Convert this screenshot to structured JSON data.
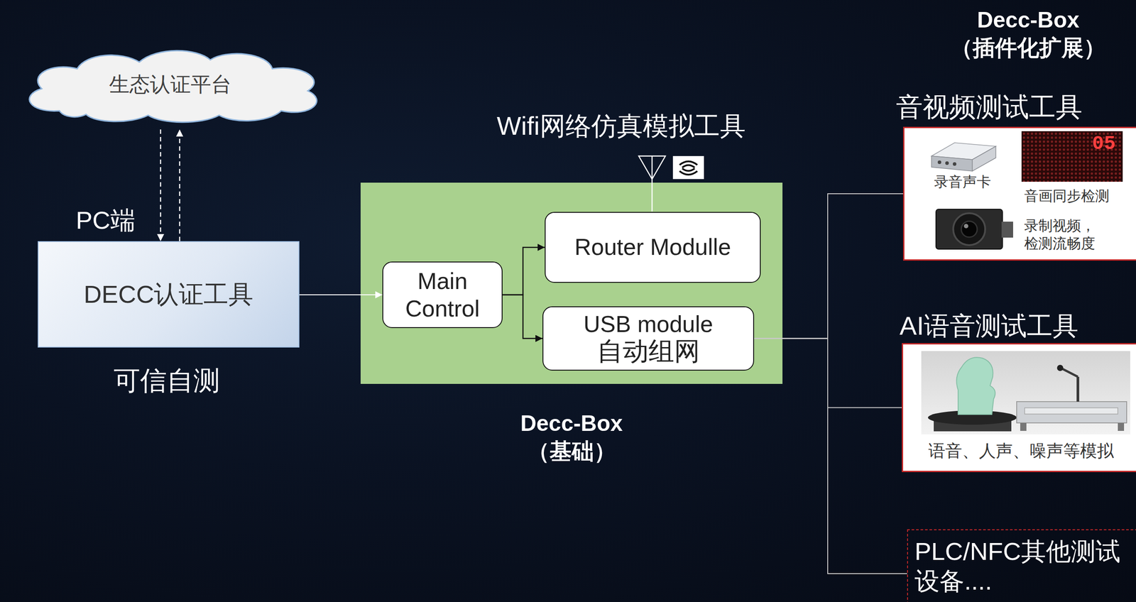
{
  "diagram": {
    "nodes": [
      {
        "text": [
          "生态认证平台"
        ]
      },
      {
        "text": [
          "DECC认证工具"
        ]
      },
      {
        "text": [
          "Decc-Box （基础）"
        ]
      },
      {
        "text": [
          "Main Control"
        ],
        "in": 2
      },
      {
        "text": [
          "Router Modulle"
        ],
        "in": 2
      },
      {
        "text": [
          "USB module",
          "自动组网"
        ],
        "in": 2
      },
      {
        "text": [
          "音视频测试工具",
          "录音声卡",
          "音画同步检测",
          "录制视频， 检测流畅度"
        ]
      },
      {
        "text": [
          "AI语音测试工具",
          "语音、人声、噪声等模拟"
        ]
      },
      {
        "text": [
          "PLC/NFC其他测试 设备...."
        ]
      }
    ],
    "edges": [
      {
        "from": 0,
        "to": 1,
        "arrow": "to"
      },
      {
        "from": 1,
        "to": 0,
        "arrow": "to"
      },
      {
        "from": 1,
        "to": 3,
        "arrow": "to"
      },
      {
        "from": 3,
        "to": 4,
        "arrow": "to"
      },
      {
        "from": 3,
        "to": 5,
        "arrow": "to"
      },
      {
        "from": 5,
        "to": 6,
        "arrow": "none"
      },
      {
        "from": 5,
        "to": 7,
        "arrow": "none"
      },
      {
        "from": 5,
        "to": 8,
        "arrow": "none"
      }
    ],
    "labels": [
      "PC端",
      "可信自测",
      "Wifi网络仿真模拟工具",
      "Decc-Box （插件化扩展）",
      "05"
    ]
  }
}
